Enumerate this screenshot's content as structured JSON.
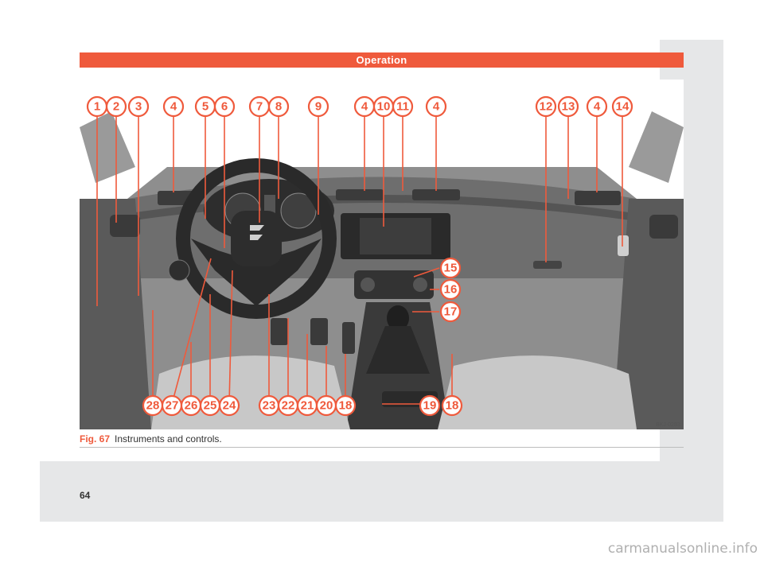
{
  "header": {
    "title": "Operation"
  },
  "figure": {
    "code": "BKJ-0283",
    "caption_number": "Fig. 67",
    "caption_text": "Instruments and controls.",
    "callouts_top": [
      "1",
      "2",
      "3",
      "4",
      "5",
      "6",
      "7",
      "8",
      "9",
      "4",
      "10",
      "11",
      "4",
      "12",
      "13",
      "4",
      "14"
    ],
    "callouts_right": [
      "15",
      "16",
      "17"
    ],
    "callouts_bottom": [
      "28",
      "27",
      "26",
      "25",
      "24",
      "23",
      "22",
      "21",
      "20",
      "18",
      "19",
      "18"
    ]
  },
  "footer": {
    "page_number": "64"
  },
  "watermark": "carmanualsonline.info",
  "colors": {
    "accent": "#ef5a3c"
  }
}
